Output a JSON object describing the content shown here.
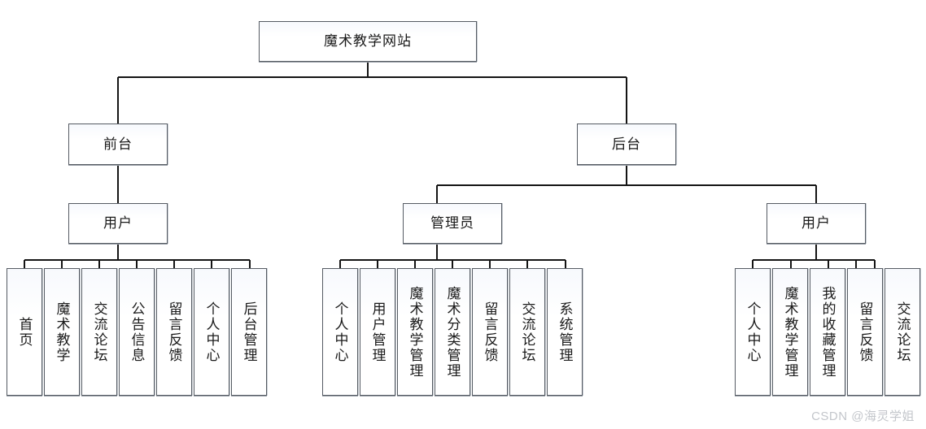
{
  "diagram": {
    "title": "魔术教学网站",
    "type": "hierarchy-tree",
    "colors": {
      "box_border": "#555b63",
      "box_fill": "#ffffff",
      "connector": "#141414",
      "watermark": "#c3c6cb"
    },
    "root": {
      "label": "魔术教学网站"
    },
    "level2": [
      {
        "label": "前台"
      },
      {
        "label": "后台"
      }
    ],
    "level3": [
      {
        "label": "用户"
      },
      {
        "label": "管理员"
      },
      {
        "label": "用户"
      }
    ],
    "groups": {
      "frontend_user": {
        "parent": "用户",
        "leaves": [
          {
            "label": "首页"
          },
          {
            "label": "魔术教学"
          },
          {
            "label": "交流论坛"
          },
          {
            "label": "公告信息"
          },
          {
            "label": "留言反馈"
          },
          {
            "label": "个人中心"
          },
          {
            "label": "后台管理"
          }
        ]
      },
      "admin": {
        "parent": "管理员",
        "leaves": [
          {
            "label": "个人中心"
          },
          {
            "label": "用户管理"
          },
          {
            "label": "魔术教学管理"
          },
          {
            "label": "魔术分类管理"
          },
          {
            "label": "留言反馈"
          },
          {
            "label": "交流论坛"
          },
          {
            "label": "系统管理"
          }
        ]
      },
      "backend_user": {
        "parent": "用户",
        "leaves": [
          {
            "label": "个人中心"
          },
          {
            "label": "魔术教学管理"
          },
          {
            "label": "我的收藏管理"
          },
          {
            "label": "留言反馈"
          },
          {
            "label": "交流论坛"
          }
        ]
      }
    },
    "watermark": "CSDN @海灵学姐"
  }
}
